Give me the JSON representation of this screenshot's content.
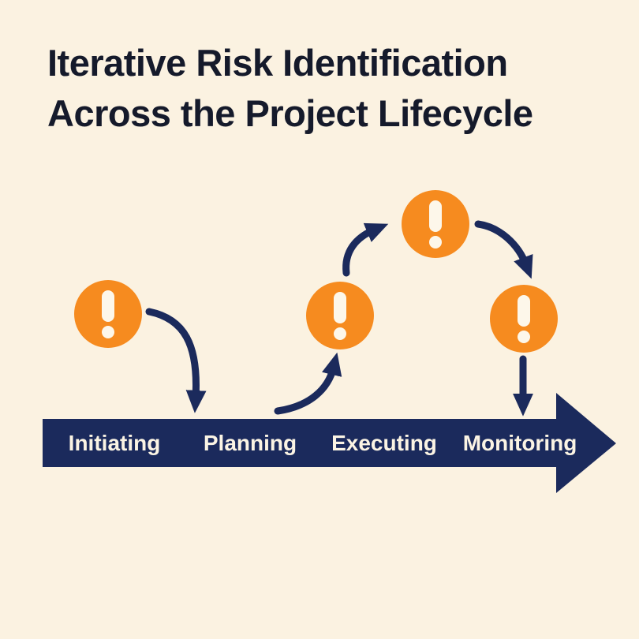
{
  "title": {
    "line1": "Iterative Risk Identification",
    "line2": "Across the Project Lifecycle"
  },
  "timeline": {
    "phases": [
      {
        "label": "Initiating"
      },
      {
        "label": "Planning"
      },
      {
        "label": "Executing"
      },
      {
        "label": "Monitoring"
      }
    ]
  },
  "risk_icons": [
    {
      "name": "risk-alert-icon-initiating",
      "glyph": "exclamation-mark"
    },
    {
      "name": "risk-alert-icon-peak",
      "glyph": "exclamation-mark"
    },
    {
      "name": "risk-alert-icon-executing",
      "glyph": "exclamation-mark"
    },
    {
      "name": "risk-alert-icon-monitoring",
      "glyph": "exclamation-mark"
    }
  ],
  "connectors": [
    {
      "name": "arrow-initiating-to-timeline",
      "direction": "curves down-right to timeline"
    },
    {
      "name": "arrow-timeline-to-executing-risk",
      "direction": "curves up-right from timeline"
    },
    {
      "name": "arrow-executing-risk-to-peak-risk",
      "direction": "curves up-right"
    },
    {
      "name": "arrow-peak-risk-to-monitoring-risk",
      "direction": "curves down-right"
    },
    {
      "name": "arrow-monitoring-risk-to-timeline",
      "direction": "straight down"
    }
  ],
  "colors": {
    "background": "#FBF2E1",
    "timeline_navy": "#1B2A5C",
    "risk_orange": "#F68B1F",
    "title_text": "#151A2B",
    "phase_label_text": "#FBF4E4",
    "exclamation_fill": "#FDF7EA"
  }
}
